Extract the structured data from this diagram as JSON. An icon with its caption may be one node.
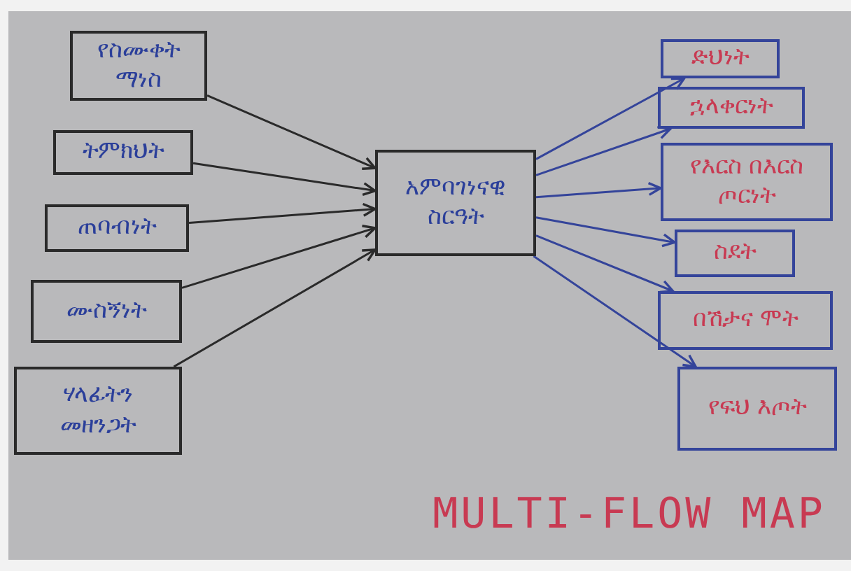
{
  "diagram": {
    "title": "MULTI-FLOW MAP",
    "nodes": [
      {
        "text": [
          "የስሙቀት ማነስ"
        ]
      },
      {
        "text": [
          "ትምክህት"
        ]
      },
      {
        "text": [
          "ጠባብነት"
        ]
      },
      {
        "text": [
          "ሙስኝነት"
        ]
      },
      {
        "text": [
          "ሃላፊትን መዘንጋት"
        ]
      },
      {
        "text": [
          "አምባገነናዊ ስርዓት"
        ]
      },
      {
        "text": [
          "ድህነት"
        ]
      },
      {
        "text": [
          "ኋላቀርነት"
        ]
      },
      {
        "text": [
          "የእርስ በእርስ ጦርነት"
        ]
      },
      {
        "text": [
          "ስደት"
        ]
      },
      {
        "text": [
          "በሽታና ሞት"
        ]
      },
      {
        "text": [
          "የፍህ እጦት"
        ]
      }
    ],
    "edges": [
      {
        "from": 0,
        "to": 5,
        "arrow": "to",
        "color": "#2a2a2a"
      },
      {
        "from": 1,
        "to": 5,
        "arrow": "to",
        "color": "#2a2a2a"
      },
      {
        "from": 2,
        "to": 5,
        "arrow": "to",
        "color": "#2a2a2a"
      },
      {
        "from": 3,
        "to": 5,
        "arrow": "to",
        "color": "#2a2a2a"
      },
      {
        "from": 4,
        "to": 5,
        "arrow": "to",
        "color": "#2a2a2a"
      },
      {
        "from": 5,
        "to": 6,
        "arrow": "to"
      },
      {
        "from": 5,
        "to": 7,
        "arrow": "to"
      },
      {
        "from": 5,
        "to": 8,
        "arrow": "to"
      },
      {
        "from": 5,
        "to": 9,
        "arrow": "to"
      },
      {
        "from": 5,
        "to": 10,
        "arrow": "to"
      },
      {
        "from": 5,
        "to": 11,
        "arrow": "to"
      }
    ]
  }
}
